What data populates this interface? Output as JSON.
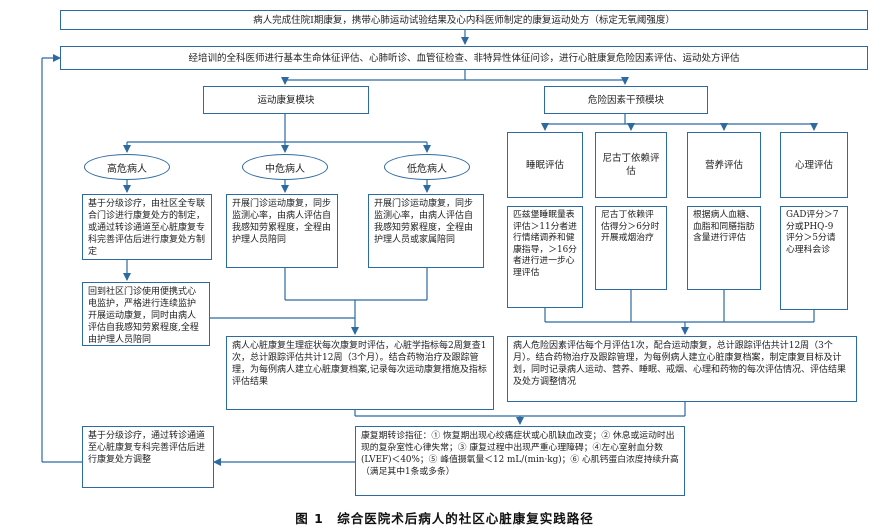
{
  "top_box": "病人完成住院Ⅰ期康复，携带心肺运动试验结果及心内科医师制定的康复运动处方（标定无氧阈强度）",
  "assessment_box": "经培训的全科医师进行基本生命体征评估、心肺听诊、血管征检查、非特异性体征问诊，进行心脏康复危险因素评估、运动处方评估",
  "modules": {
    "exercise": "运动康复模块",
    "risk": "危险因素干预模块"
  },
  "risk_levels": {
    "high": "高危病人",
    "mid": "中危病人",
    "low": "低危病人"
  },
  "high_risk_box": "基于分级诊疗，由社区全专联合门诊进行康复处方的制定，或通过转诊通道至心脏康复专科完善评估后进行康复处方制定",
  "high_risk_followup": "回到社区门诊使用便携式心电监护，严格进行连续监护开展运动康复，同时由病人评估自我感知劳累程度,全程由护理人员陪同",
  "mid_risk_box": "开展门诊运动康复，同步监测心率，由病人评估自我感知劳累程度，全程由护理人员陪同",
  "low_risk_box": "开展门诊运动康复，同步监测心率，由病人评估自我感知劳累程度，全程由护理人员或家属陪同",
  "risk_factors": {
    "sleep": "睡眠评估",
    "nicotine": "尼古丁依赖评估",
    "nutrition": "营养评估",
    "psych": "心理评估"
  },
  "risk_factor_details": {
    "sleep": "匹兹堡睡眠量表评估＞11分者进行情绪调养和健康指导，＞16分者进行进一步心理评估",
    "nicotine": "尼古丁依赖评估得分＞6分时开展戒烟治疗",
    "nutrition": "根据病人血糖、血脂和同膳指肪含量进行评估",
    "psych": "GAD评分＞7分或PHQ-9评分＞5分请心理科会诊"
  },
  "exercise_summary": "病人心脏康复生理症状每次康复时评估，心脏学指标每2周复查1次，总计跟踪评估共计12周（3个月）。结合药物治疗及跟踪管理，为每例病人建立心脏康复档案,记录每次运动康复措施及指标评估结果",
  "risk_summary": "病人危险因素评估每个月评估1次，配合运动康复，总计跟踪评估共计12周（3个月）。结合药物治疗及跟踪管理，为每例病人建立心脏康复档案，制定康复目标及计划，同时记录病人运动、营养、睡眠、戒烟、心理和药物的每次评估情况、评估结果及处方调整情况",
  "referral_box": "康复期转诊指征：① 恢复期出现心绞痛症状或心肌缺血改变；② 休息或运动时出现的复杂室性心律失常；③ 康复过程中出现严重心理障碍；④左心室射血分数(LVEF)＜40%；⑤ 峰值摄氧量＜12 mL/(min·kg)；⑥ 心肌钙蛋白浓度持续升高（满足其中1条或多条）",
  "referral_left": "基于分级诊疗，通过转诊通道至心脏康复专科完善评估后进行康复处方调整",
  "caption": "图 1　综合医院术后病人的社区心脏康复实践路径"
}
